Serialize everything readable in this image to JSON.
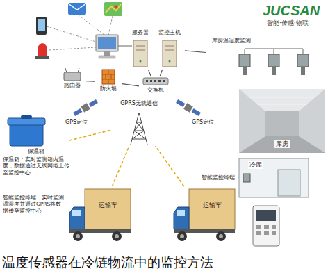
{
  "diagram": {
    "caption": "温度传感器在冷链物流中的监控方法",
    "nodes": [
      {
        "text": [
          "服务器"
        ]
      },
      {
        "text": [
          "监控主机"
        ]
      },
      {
        "text": [
          "交换机"
        ]
      },
      {
        "text": [
          "路由器"
        ]
      },
      {
        "text": [
          "防火墙"
        ]
      },
      {
        "text": [
          "库房温湿度监测"
        ]
      },
      {
        "text": [
          "库房"
        ]
      },
      {
        "text": [
          "冷库"
        ]
      },
      {
        "text": [
          "保温箱",
          "保温箱：实时监测箱内温度，数据通过无线网络上传至监控中心"
        ]
      },
      {
        "text": [
          "GPRS无线通信"
        ]
      },
      {
        "text": [
          "运输车"
        ]
      },
      {
        "text": [
          "运输车"
        ]
      }
    ],
    "edges": [
      {
        "from": 0,
        "to": 2,
        "arrow": "none"
      },
      {
        "from": 1,
        "to": 2,
        "arrow": "none"
      },
      {
        "from": 3,
        "to": 4,
        "arrow": "none"
      },
      {
        "from": 4,
        "to": 2,
        "arrow": "none"
      },
      {
        "from": 1,
        "to": 5,
        "arrow": "none"
      },
      {
        "from": 8,
        "to": 9,
        "arrow": "none"
      },
      {
        "from": 10,
        "to": 9,
        "arrow": "none"
      },
      {
        "from": 11,
        "to": 9,
        "arrow": "none"
      }
    ],
    "labels": [
      "JUCSAN",
      "智能·传感·物联",
      "GPS定位",
      "GPS定位",
      "智能监控终端：实时监测温湿度并通过GPRS将数据传至监控中心",
      "智能监控终端"
    ]
  }
}
